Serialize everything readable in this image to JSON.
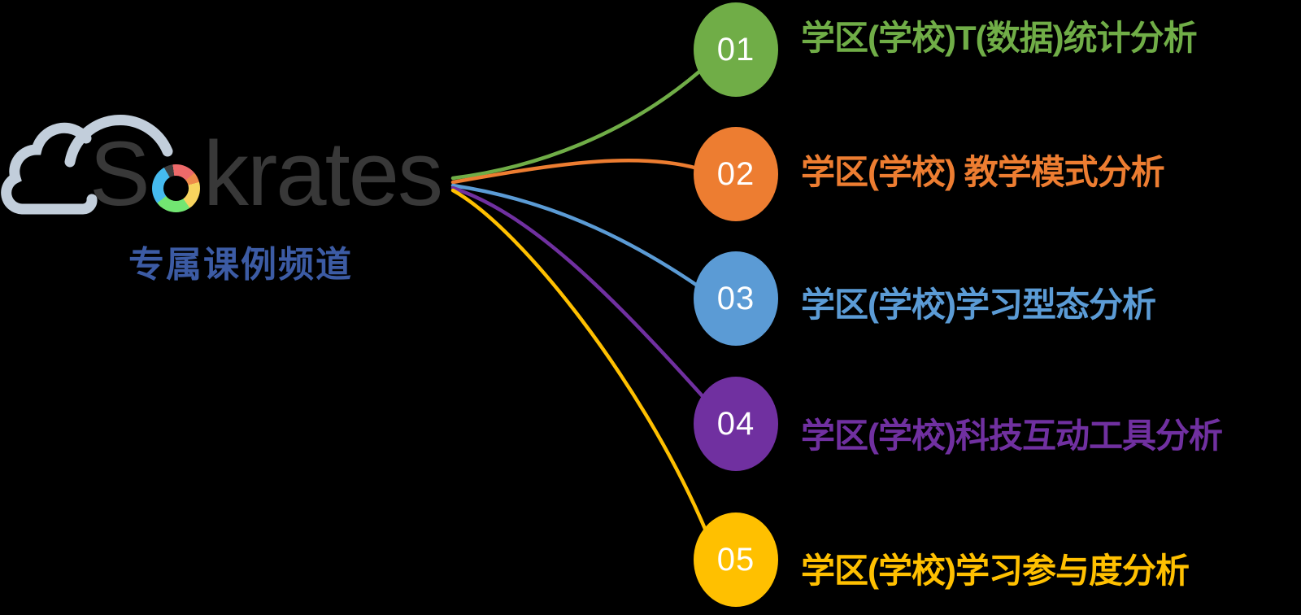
{
  "background": "#000000",
  "logo": {
    "brand_prefix": "S",
    "brand_suffix": "krates",
    "brand_full": "Sokrates",
    "text_color": "#383838",
    "cloud_icon": "double-cloud-outline",
    "cloud_color": "#C2CEDB",
    "ring_icon": "color-wheel-o",
    "ring_gradient": "conic-gradient(from 0deg, #ED6A6A 0deg 50deg, #EE8A4A 50deg 75deg, #F7D45E 75deg 145deg, #72E672 145deg 232deg, #45BAEE 232deg 330deg, #3D3D3D 330deg 352deg, #ED6A6A 352deg 360deg)",
    "subtitle": "专属课例频道",
    "subtitle_color": "#3C5BA4"
  },
  "ui": {
    "number_color": "#FFFFFF"
  },
  "nodes": [
    {
      "number": "01",
      "label": "学区(学校)T(数据)统计分析",
      "color": "#70AD47"
    },
    {
      "number": "02",
      "label": "学区(学校) 教学模式分析",
      "color": "#ED7D31"
    },
    {
      "number": "03",
      "label": "学区(学校)学习型态分析",
      "color": "#5B9BD5"
    },
    {
      "number": "04",
      "label": "学区(学校)科技互动工具分析",
      "color": "#7030A0"
    },
    {
      "number": "05",
      "label": "学区(学校)学习参与度分析",
      "color": "#FFC000"
    }
  ]
}
